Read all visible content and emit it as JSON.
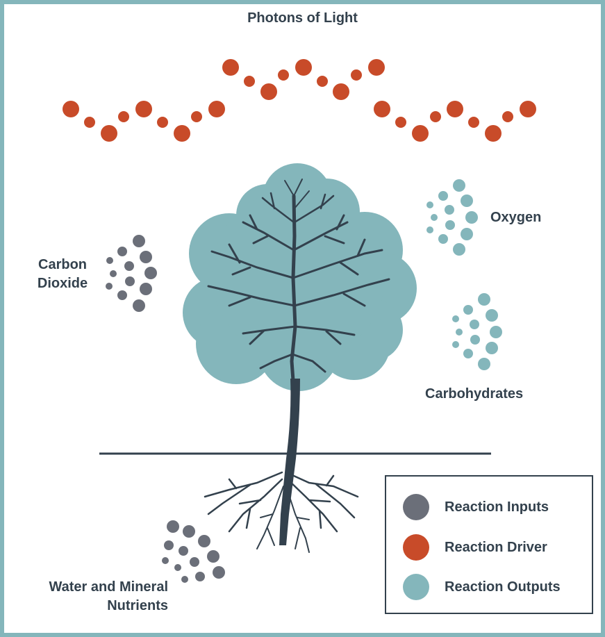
{
  "title": "Photons of Light",
  "labels": {
    "carbon_dioxide": "Carbon Dioxide",
    "oxygen": "Oxygen",
    "carbohydrates": "Carbohydrates",
    "water_nutrients": "Water and Mineral Nutrients"
  },
  "legend": [
    {
      "label": "Reaction Inputs",
      "color": "#6b6f79"
    },
    {
      "label": "Reaction Driver",
      "color": "#c84b29"
    },
    {
      "label": "Reaction Outputs",
      "color": "#84b6bb"
    }
  ],
  "colors": {
    "frame": "#84b6bb",
    "input": "#6b6f79",
    "driver": "#c84b29",
    "output": "#84b6bb",
    "tree": "#33414d"
  }
}
